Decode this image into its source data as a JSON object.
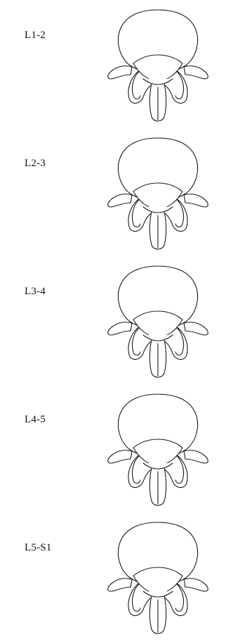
{
  "levels": [
    {
      "label": "L1-2"
    },
    {
      "label": "L2-3"
    },
    {
      "label": "L3-4"
    },
    {
      "label": "L4-5"
    },
    {
      "label": "L5-S1"
    }
  ]
}
